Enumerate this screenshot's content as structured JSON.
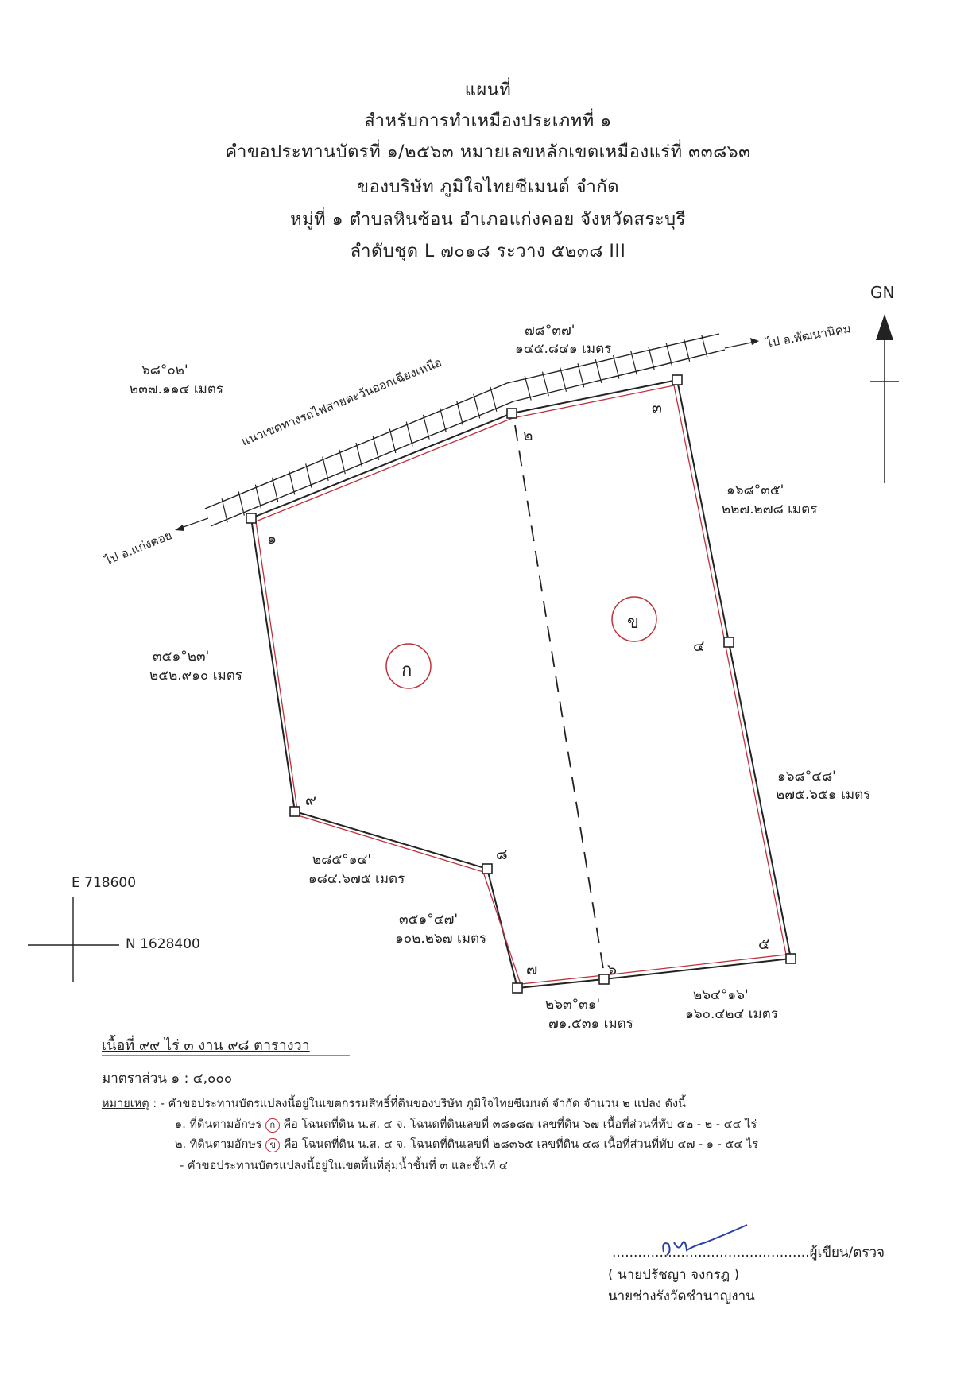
{
  "header": {
    "lines": [
      "แผนที่",
      "สำหรับการทำเหมืองประเภทที่ ๑",
      "คำขอประทานบัตรที่ ๑/๒๕๖๓ หมายเลขหลักเขตเหมืองแร่ที่  ๓๓๘๖๓",
      "ของบริษัท ภูมิใจไทยซีเมนต์ จำกัด",
      "หมู่ที่ ๑ ตำบลหินซ้อน อำเภอแก่งคอย จังหวัดสระบุรี",
      "ลำดับชุด L ๗๐๑๘ ระวาง  ๕๒๓๘ III"
    ]
  },
  "north": "GN",
  "railway_label": "แนวเขตทางรถไฟสายตะวันออกเฉียงเหนือ",
  "to_phatthana": "ไป อ.พัฒนานิคม",
  "to_kaengkhoi": "ไป อ.แก่งคอย",
  "segments": {
    "s_top_left": {
      "bearing": "๖๘°๐๒'",
      "dist": "๒๓๗.๑๑๔  เมตร"
    },
    "s_top": {
      "bearing": "๗๘°๓๗'",
      "dist": "๑๔๕.๘๔๑  เมตร"
    },
    "s_3_4": {
      "bearing": "๑๖๘°๓๕'",
      "dist": "๒๒๗.๒๗๘  เมตร"
    },
    "s_4_5": {
      "bearing": "๑๖๘°๔๘'",
      "dist": "๒๗๕.๖๕๑  เมตร"
    },
    "s_9_1": {
      "bearing": "๓๕๑°๒๓'",
      "dist": "๒๕๒.๙๑๐  เมตร"
    },
    "s_8_9": {
      "bearing": "๒๘๕°๑๔'",
      "dist": "๑๘๔.๖๗๕  เมตร"
    },
    "s_7_8": {
      "bearing": "๓๕๑°๔๗'",
      "dist": "๑๐๒.๒๖๗  เมตร"
    },
    "s_6_7": {
      "bearing": "๒๖๓°๓๑'",
      "dist": "๗๑.๕๓๑  เมตร"
    },
    "s_5_6": {
      "bearing": "๒๖๔°๑๖'",
      "dist": "๑๖๐.๔๒๔  เมตร"
    }
  },
  "points": {
    "p1": "๑",
    "p2": "๒",
    "p3": "๓",
    "p4": "๔",
    "p5": "๕",
    "p6": "๖",
    "p7": "๗",
    "p8": "๘",
    "p9": "๙"
  },
  "parcels": {
    "a": "ก",
    "b": "ข"
  },
  "grid": {
    "e": "E 718600",
    "n": "N 1628400"
  },
  "area_text": "เนื้อที่  ๙๙  ไร่  ๓  งาน  ๙๘  ตารางวา",
  "scale_text": "มาตราส่วน  ๑ : ๔,๐๐๐",
  "notes": {
    "label": "หมายเหตุ",
    "line1": ": - คำขอประทานบัตรแปลงนี้อยู่ในเขตกรรมสิทธิ์ที่ดินของบริษัท ภูมิใจไทยซีเมนต์ จำกัด จำนวน ๒ แปลง ดังนี้",
    "line2a": "๑. ที่ดินตามอักษร",
    "line2b": "คือ โฉนดที่ดิน น.ส. ๔ จ. โฉนดที่ดินเลขที่  ๓๘๑๘๗ เลขที่ดิน ๖๗  เนื้อที่ส่วนที่ทับ ๕๒ - ๒ - ๔๔ ไร่",
    "line3a": "๒. ที่ดินตามอักษร",
    "line3b": "คือ โฉนดที่ดิน น.ส. ๔ จ. โฉนดที่ดินเลขที่ ๒๘๓๖๕ เลขที่ดิน ๔๘  เนื้อที่ส่วนที่ทับ ๔๗ - ๑ - ๕๔ ไร่",
    "line4": "- คำขอประทานบัตรแปลงนี้อยู่ในเขตพื้นที่ลุ่มน้ำชั้นที่  ๓ และชั้นที่ ๔"
  },
  "signature": {
    "dots": "..............................................",
    "role": "ผู้เขียน/ตรวจ",
    "name": "( นายปรัชญา  จงกรฎ )",
    "title": "นายช่างรังวัดชำนาญงาน"
  }
}
